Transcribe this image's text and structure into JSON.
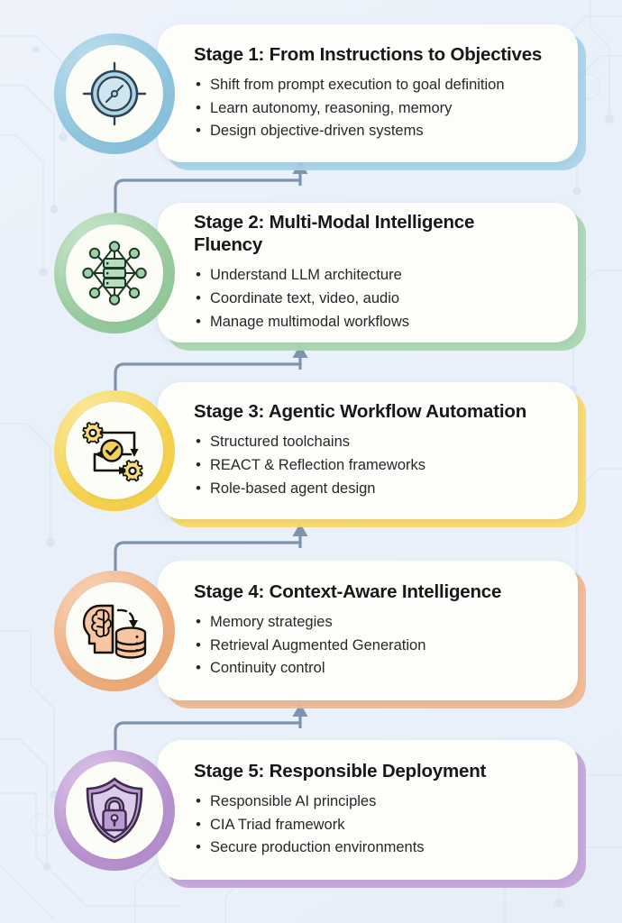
{
  "theme": {
    "background_from": "#eef3fb",
    "background_to": "#e6eef8",
    "card_background": "#fdfdf9",
    "title_color": "#16181c",
    "bullet_color": "#26282c",
    "connector_color": "#7e93ad"
  },
  "diagram": {
    "type": "vertical-flow",
    "direction": "bottom-to-top",
    "stage_count": 5
  },
  "stages": [
    {
      "id": "stage-1",
      "title": "Stage 1: From Instructions to Objectives",
      "icon": "compass-target-icon",
      "accent": "#8dc4dd",
      "accent_light": "#b7dcea",
      "plate": "#a7d3e7",
      "bullets": [
        "Shift from prompt execution to goal definition",
        "Learn autonomy, reasoning, memory",
        "Design objective-driven systems"
      ]
    },
    {
      "id": "stage-2",
      "title": "Stage 2: Multi-Modal Intelligence Fluency",
      "icon": "network-server-icon",
      "accent": "#97cb9d",
      "accent_light": "#bfe0c2",
      "plate": "#a8d6ae",
      "bullets": [
        "Understand LLM architecture",
        "Coordinate text, video, audio",
        "Manage multimodal workflows"
      ]
    },
    {
      "id": "stage-3",
      "title": "Stage 3: Agentic Workflow Automation",
      "icon": "gears-check-icon",
      "accent": "#f5d24e",
      "accent_light": "#fbe894",
      "plate": "#f7d964",
      "bullets": [
        "Structured toolchains",
        "REACT & Reflection frameworks",
        "Role-based agent design"
      ]
    },
    {
      "id": "stage-4",
      "title": "Stage 4: Context-Aware Intelligence",
      "icon": "brain-database-icon",
      "accent": "#eeac7d",
      "accent_light": "#f7cfae",
      "plate": "#f0b68c",
      "bullets": [
        "Memory strategies",
        "Retrieval Augmented Generation",
        "Continuity control"
      ]
    },
    {
      "id": "stage-5",
      "title": "Stage 5: Responsible Deployment",
      "icon": "shield-lock-icon",
      "accent": "#b692cd",
      "accent_light": "#d6bde6",
      "plate": "#c4a3d8",
      "bullets": [
        "Responsible AI principles",
        "CIA Triad framework",
        "Secure production environments"
      ]
    }
  ],
  "connectors": [
    {
      "id": "connector-2-to-1",
      "from": "stage-2",
      "to": "stage-1"
    },
    {
      "id": "connector-3-to-2",
      "from": "stage-3",
      "to": "stage-2"
    },
    {
      "id": "connector-4-to-3",
      "from": "stage-4",
      "to": "stage-3"
    },
    {
      "id": "connector-5-to-4",
      "from": "stage-5",
      "to": "stage-4"
    }
  ]
}
